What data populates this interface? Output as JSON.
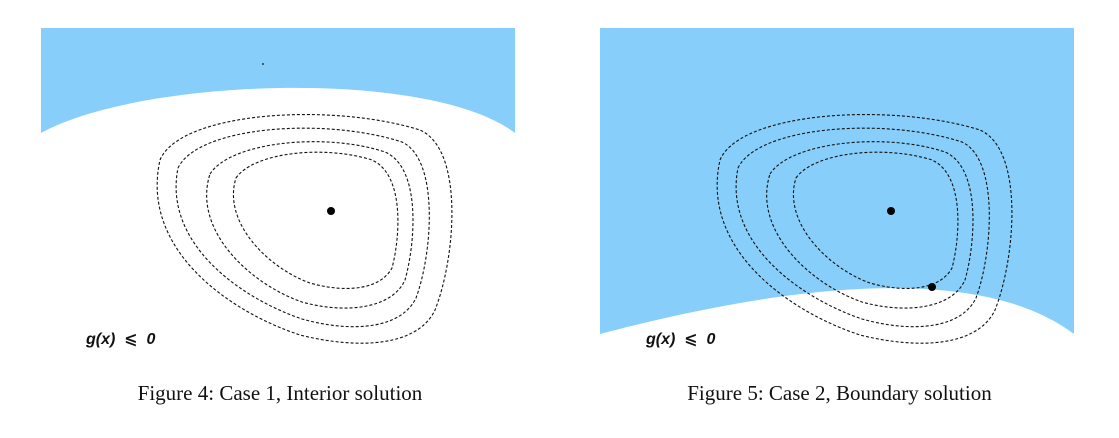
{
  "figures": [
    {
      "id": "fig4",
      "caption": "Figure 4: Case 1, Interior solution",
      "constraint_label": "g(x)  ⩽  0",
      "region_color": "#87cefa"
    },
    {
      "id": "fig5",
      "caption": "Figure 5: Case 2, Boundary solution",
      "constraint_label": "g(x)  ⩽  0",
      "region_color": "#87cefa"
    }
  ]
}
